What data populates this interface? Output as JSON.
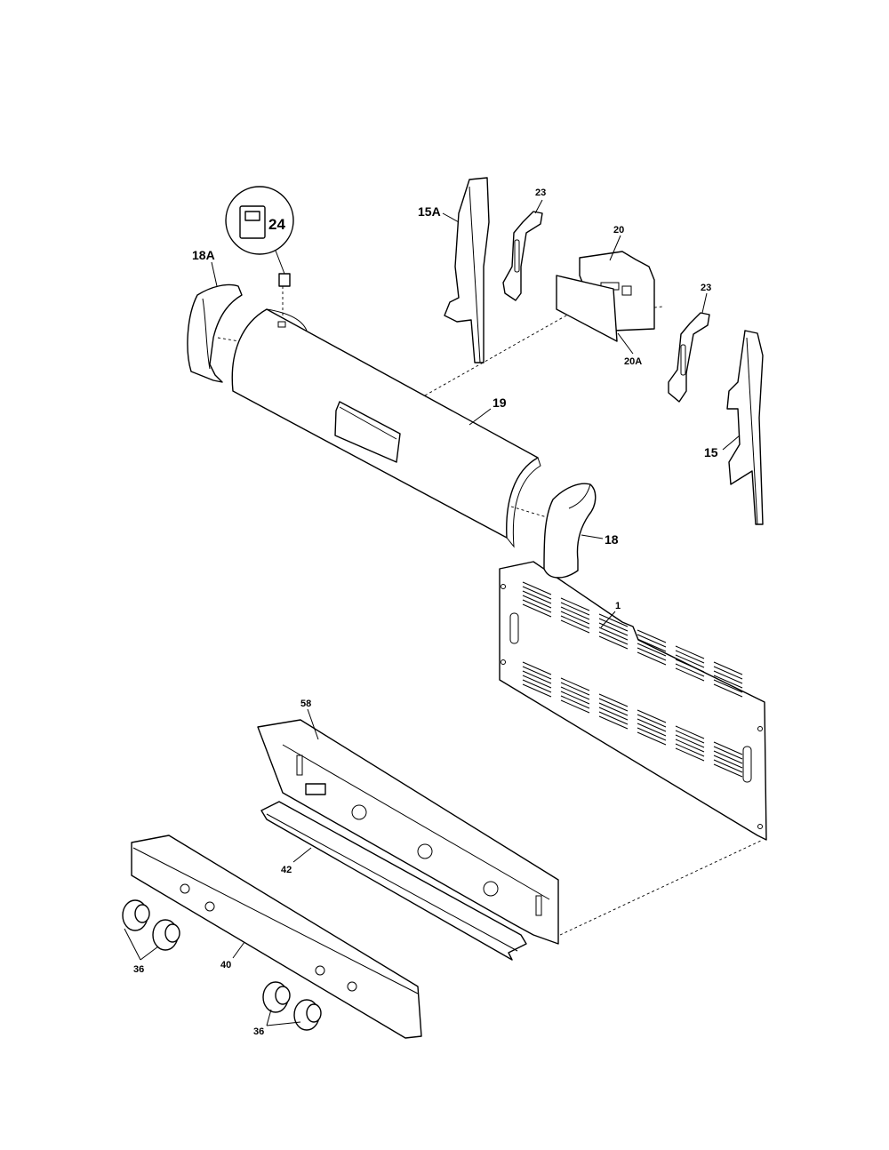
{
  "labels": {
    "p1": "1",
    "p15": "15",
    "p15a": "15A",
    "p18": "18",
    "p18a": "18A",
    "p19": "19",
    "p20": "20",
    "p20a": "20A",
    "p23_left": "23",
    "p23_right": "23",
    "p24": "24",
    "p36_left": "36",
    "p36_right": "36",
    "p40": "40",
    "p42": "42",
    "p58": "58"
  }
}
